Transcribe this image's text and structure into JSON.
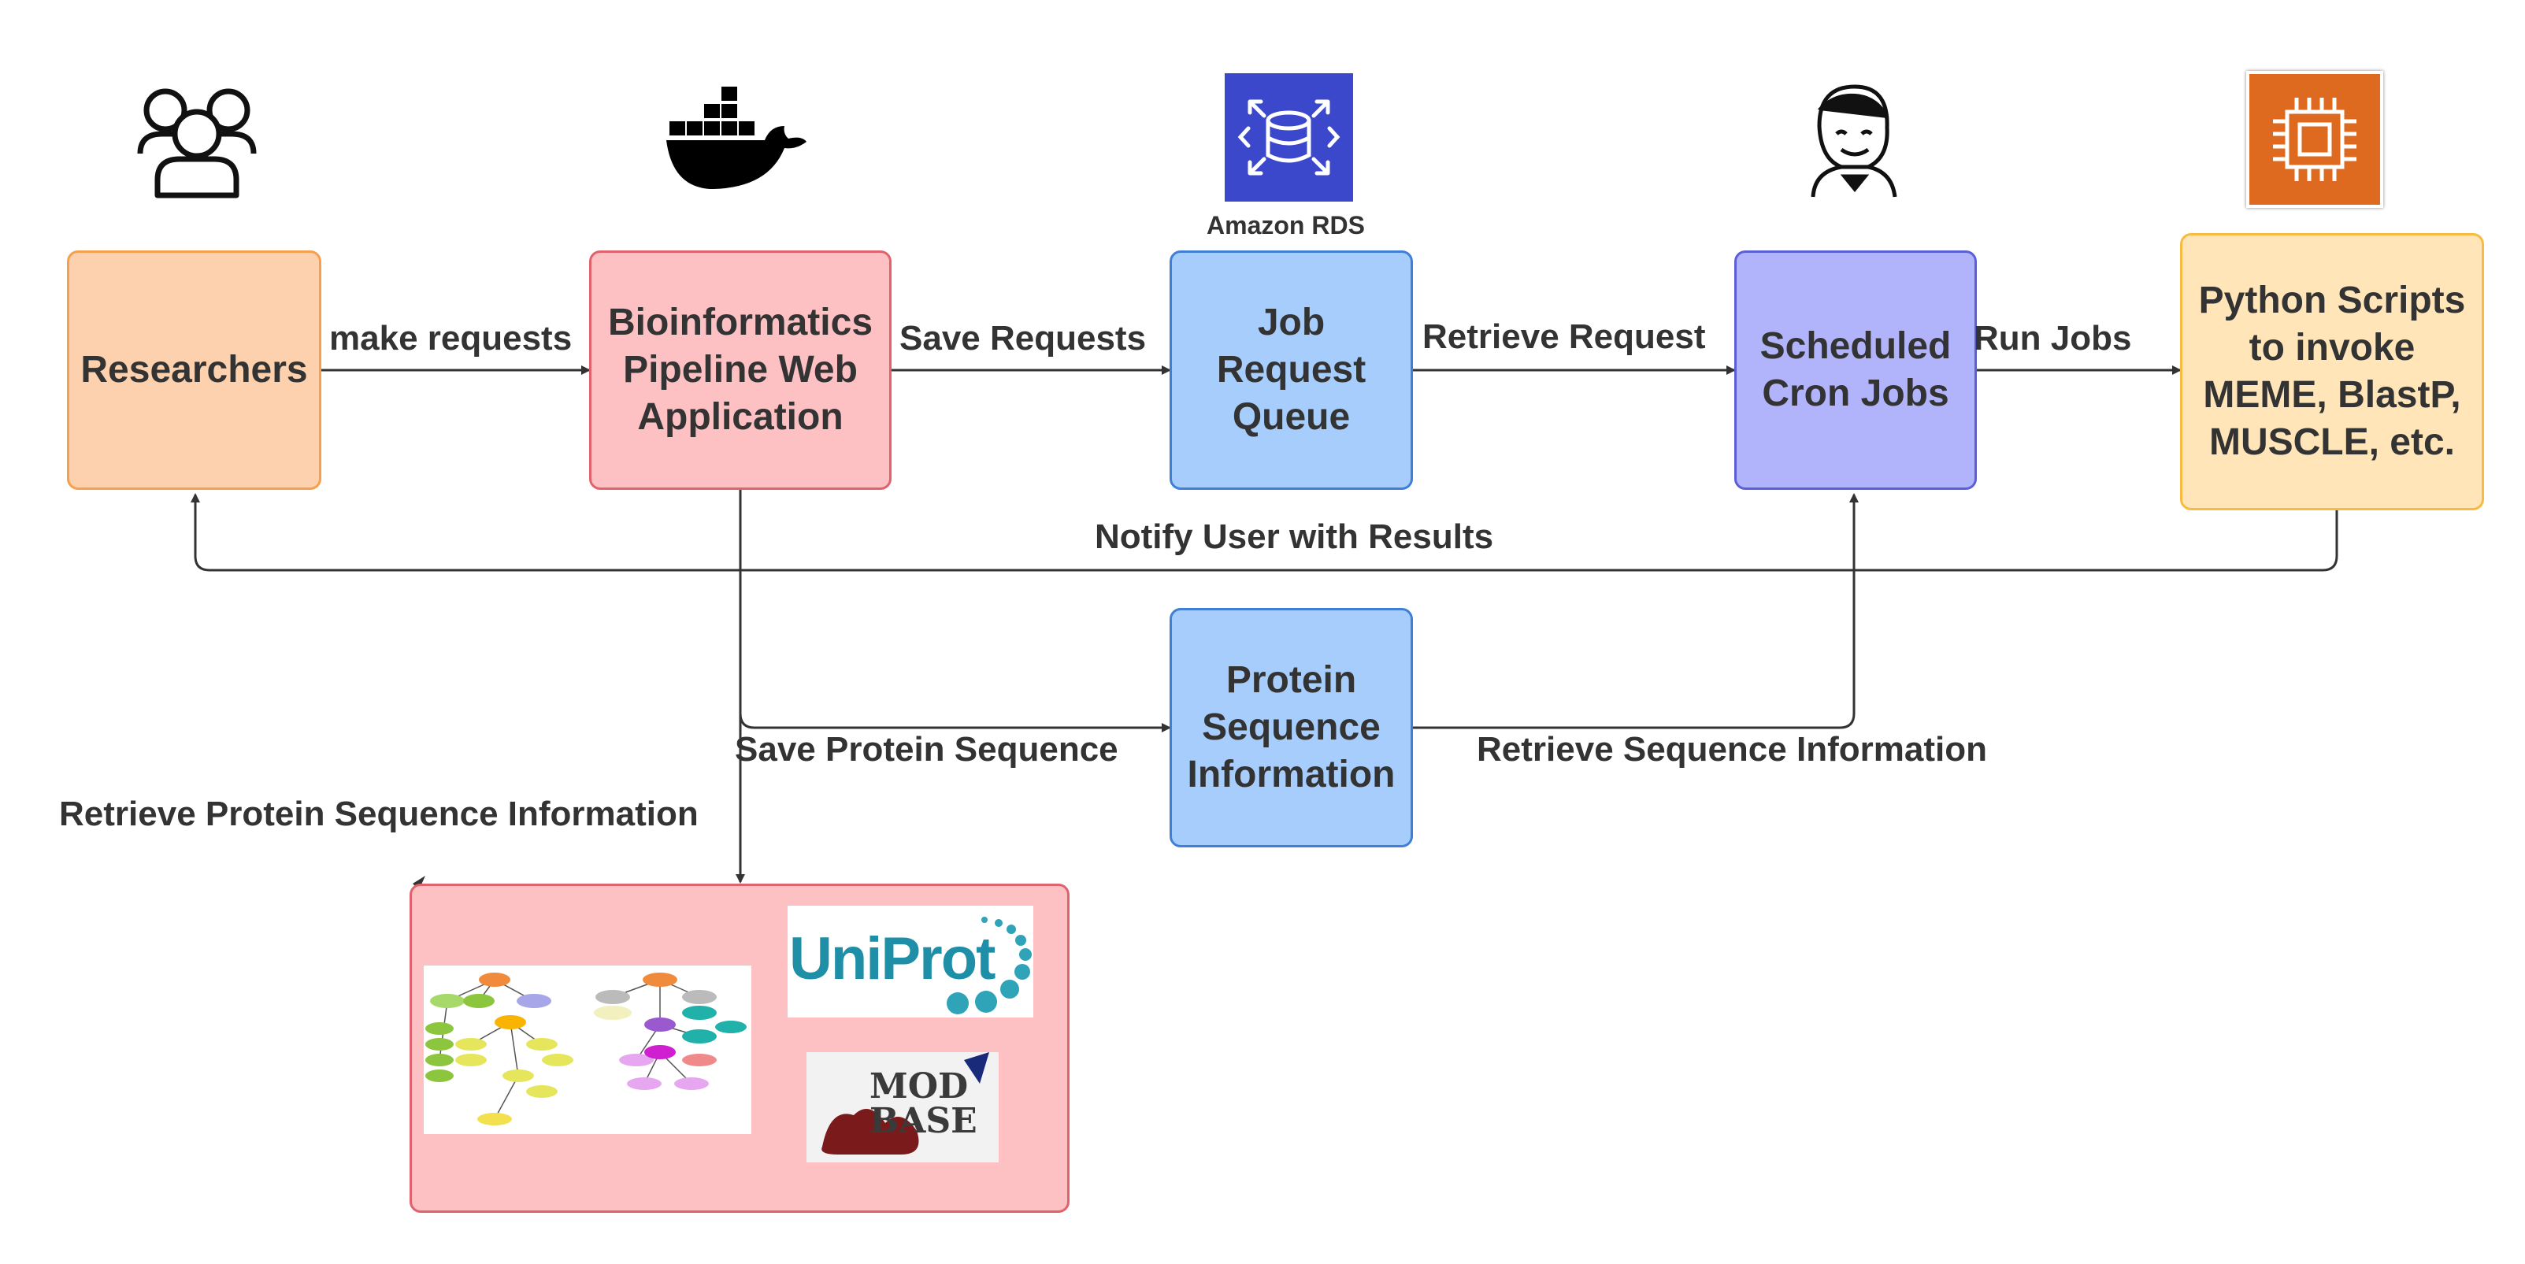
{
  "nodes": {
    "researchers": "Researchers",
    "webapp": "Bioinformatics\nPipeline Web\nApplication",
    "queue": "Job\nRequest\nQueue",
    "cron": "Scheduled\nCron Jobs",
    "scripts": "Python Scripts\nto invoke\nMEME, BlastP,\nMUSCLE, etc.",
    "protein": "Protein\nSequence\nInformation"
  },
  "edges": {
    "make_requests": "make requests",
    "save_requests": "Save Requests",
    "retrieve_request": "Retrieve Request",
    "run_jobs": "Run Jobs",
    "notify": "Notify User with Results",
    "save_protein": "Save Protein Sequence",
    "retrieve_sequence": "Retrieve Sequence Information",
    "retrieve_protein": "Retrieve Protein Sequence Information"
  },
  "icons": {
    "rds_caption": "Amazon RDS",
    "users": "users-icon",
    "docker": "docker-icon",
    "rds": "database-icon",
    "jenkins": "jenkins-icon",
    "compute": "cpu-chip-icon"
  },
  "logos": {
    "uniprot": "UniProt",
    "modbase": "MODBASE"
  },
  "colors": {
    "researchers_fill": "#FDD0AE",
    "researchers_border": "#F4A04E",
    "webapp_fill": "#FDC0C3",
    "webapp_border": "#E0626A",
    "queue_fill": "#A6CDFB",
    "queue_border": "#3F7FD6",
    "cron_fill": "#B2B4FB",
    "cron_border": "#5A5FD8",
    "scripts_fill": "#FFE5B8",
    "scripts_border": "#F8BB3F",
    "rds": "#3B48CC",
    "ec2": "#DE6A1F"
  }
}
